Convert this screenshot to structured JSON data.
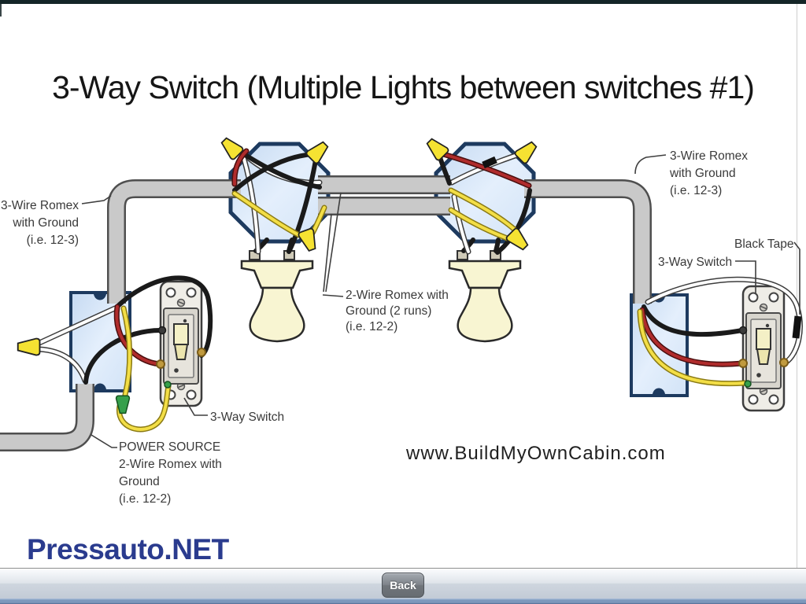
{
  "title": "3-Way Switch (Multiple Lights between switches #1)",
  "theme": {
    "conduit_gray": "#c9c9c9",
    "box_blue": "#d9e8f9",
    "box_border": "#1d3a5f",
    "wire_red": "#b02c2c",
    "wire_yellow": "#f3de46",
    "wire_black": "#1a1a1a",
    "nut_yellow": "#f5e232",
    "nut_green": "#36a04b",
    "cream": "#f8f5d2",
    "watermark_navy": "#2a3b8e",
    "strip_blue": "#7d98bc"
  },
  "labels": {
    "left_romex": {
      "lines": [
        "3-Wire Romex",
        "with Ground",
        "(i.e. 12-3)"
      ]
    },
    "right_romex": {
      "lines": [
        "3-Wire Romex",
        "with Ground",
        "(i.e. 12-3)"
      ]
    },
    "black_tape": "Black Tape",
    "right_switch": "3-Way Switch",
    "two_wire": {
      "lines": [
        "2-Wire Romex with",
        "Ground (2 runs)",
        "(i.e. 12-2)"
      ]
    },
    "left_switch": "3-Way Switch",
    "power_source": {
      "lines": [
        "POWER SOURCE",
        "2-Wire Romex with",
        "Ground",
        "(i.e. 12-2)"
      ]
    },
    "website": "www.BuildMyOwnCabin.com"
  },
  "watermark": "Pressauto.NET",
  "toolbar": {
    "back_label": "Back"
  }
}
